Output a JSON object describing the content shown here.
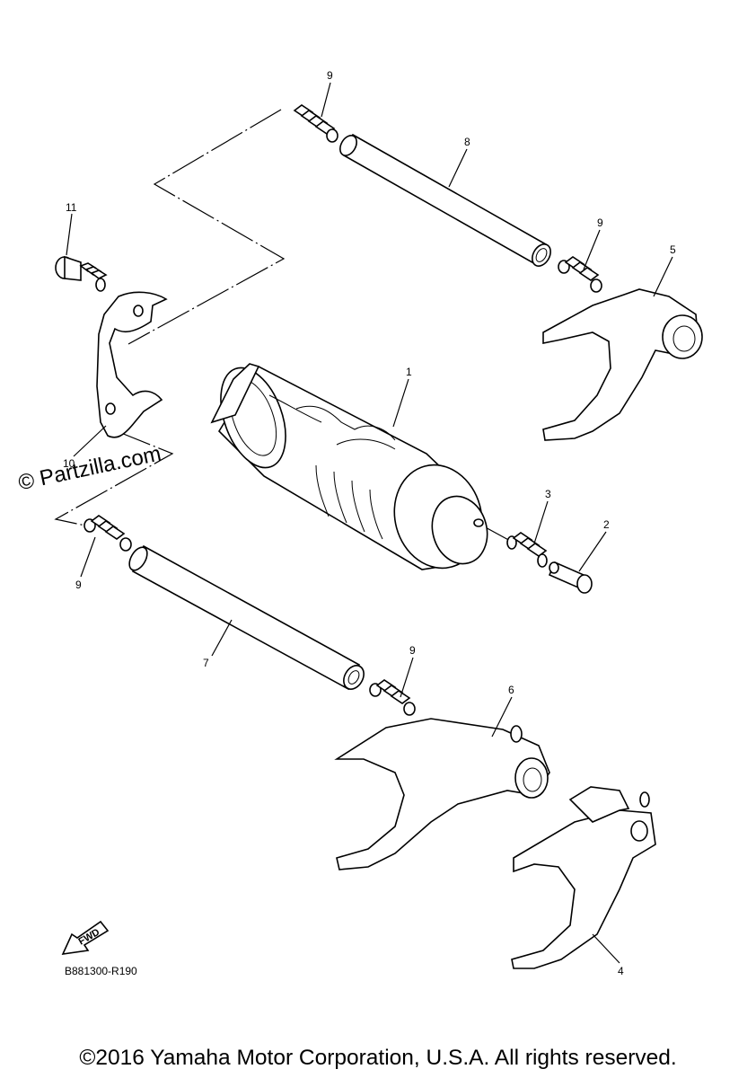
{
  "watermark": "© Partzilla.com",
  "diagram_code": "B881300-R190",
  "fwd_label": "FWD",
  "copyright": "©2016 Yamaha Motor Corporation, U.S.A. All rights reserved.",
  "callouts": {
    "c1": "1",
    "c2": "2",
    "c3": "3",
    "c4": "4",
    "c5": "5",
    "c6": "6",
    "c7": "7",
    "c8": "8",
    "c9a": "9",
    "c9b": "9",
    "c9c": "9",
    "c9d": "9",
    "c10": "10",
    "c11": "11"
  },
  "icons": {
    "direction_arrow": "fwd-arrow-icon"
  }
}
